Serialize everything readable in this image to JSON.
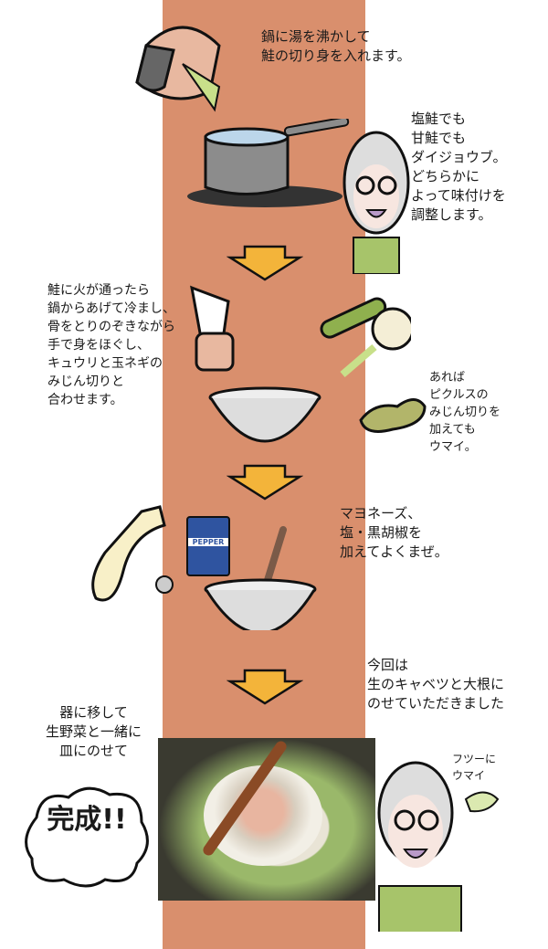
{
  "steps": {
    "boil": [
      "鍋に湯を沸かして",
      "鮭の切り身を入れます。"
    ],
    "salmon_note": [
      "塩鮭でも",
      "甘鮭でも",
      "ダイジョウブ。",
      "どちらかに",
      "よって味付けを",
      "調整します。"
    ],
    "flake": [
      "鮭に火が通ったら",
      "鍋からあげて冷まし、",
      "骨をとりのぞきながら",
      "手で身をほぐし、",
      "キュウリと玉ネギの",
      "みじん切りと",
      "合わせます。"
    ],
    "pickles": [
      "あれば",
      "ピクルスの",
      "みじん切りを",
      "加えても",
      "ウマイ。"
    ],
    "mix": [
      "マヨネーズ、",
      "塩・黒胡椒を",
      "加えてよくまぜ。"
    ],
    "serve_note": [
      "今回は",
      "生のキャベツと大根に",
      "のせていただきました"
    ],
    "plate": [
      "器に移して",
      "生野菜と一緒に",
      "皿にのせて"
    ],
    "done": "完成!!",
    "taste": [
      "フツーに",
      "ウマイ"
    ]
  },
  "labels": {
    "pepper": "PEPPER"
  },
  "colors": {
    "column": "#d98f6d",
    "arrow": "#f3b43a",
    "pot": "#8c8c8c",
    "green": "#a7c46a"
  }
}
